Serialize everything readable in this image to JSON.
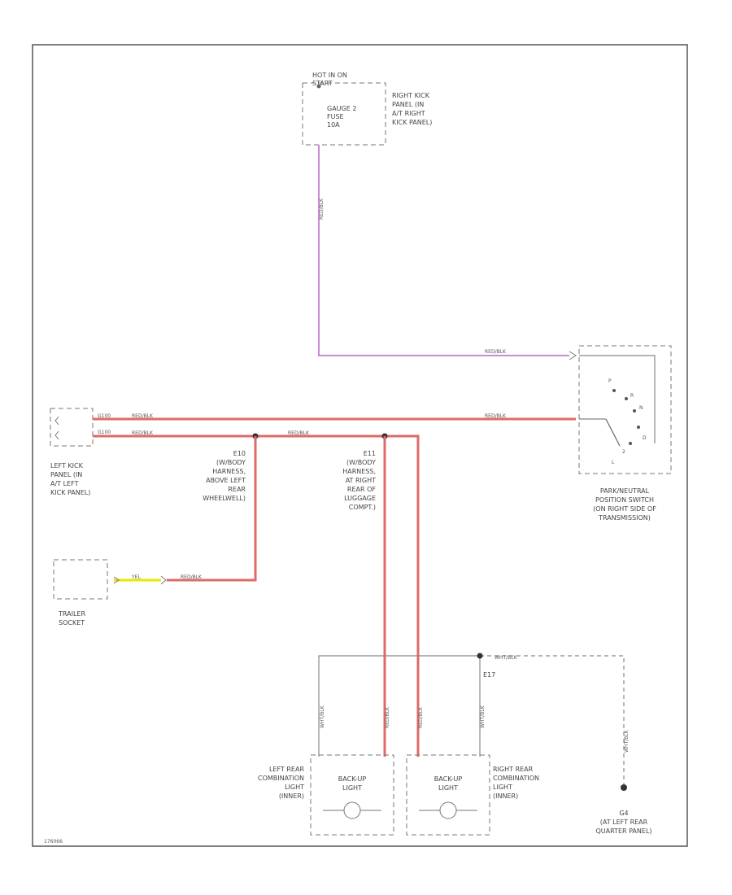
{
  "components": {
    "hot_label": [
      "HOT IN ON",
      "START"
    ],
    "fuse_label": [
      "GAUGE 2",
      "FUSE",
      "10A"
    ],
    "fuse_location": [
      "RIGHT KICK",
      "PANEL (IN",
      "A/T RIGHT",
      "KICK PANEL)"
    ],
    "left_kick": [
      "LEFT KICK",
      "PANEL (IN",
      "A/T LEFT",
      "KICK PANEL)"
    ],
    "splice_e10": [
      "E10",
      "(W/BODY",
      "HARNESS,",
      "ABOVE LEFT",
      "REAR",
      "WHEELWELL)"
    ],
    "splice_e11": [
      "E11",
      "(W/BODY",
      "HARNESS,",
      "AT RIGHT",
      "REAR OF",
      "LUGGAGE",
      "COMPT.)"
    ],
    "pn_switch": [
      "PARK/NEUTRAL",
      "POSITION SWITCH",
      "(ON RIGHT SIDE OF",
      "TRANSMISSION)"
    ],
    "trailer": [
      "TRAILER",
      "SOCKET"
    ],
    "left_lamp_loc": [
      "LEFT REAR",
      "COMBINATION",
      "LIGHT",
      "(INNER)"
    ],
    "right_lamp_loc": [
      "RIGHT REAR",
      "COMBINATION",
      "LIGHT",
      "(INNER)"
    ],
    "backup_light": [
      "BACK-UP",
      "LIGHT"
    ],
    "ground": [
      "G4",
      "(AT LEFT REAR",
      "QUARTER PANEL)"
    ],
    "ground_splice": "E17",
    "switch_positions": [
      "P",
      "R",
      "N",
      "D",
      "2",
      "L"
    ]
  },
  "wires": {
    "red_blk": "RED/BLK",
    "wht_blk": "WHT/BLK",
    "yel": "YEL",
    "pin_labels": [
      "G100",
      "G100"
    ]
  },
  "footer": {
    "code": "176066"
  },
  "colors": {
    "red_blk": "#e06a6a",
    "violet": "#cc88dd",
    "yellow": "#e8e800",
    "ground": "#888888"
  }
}
